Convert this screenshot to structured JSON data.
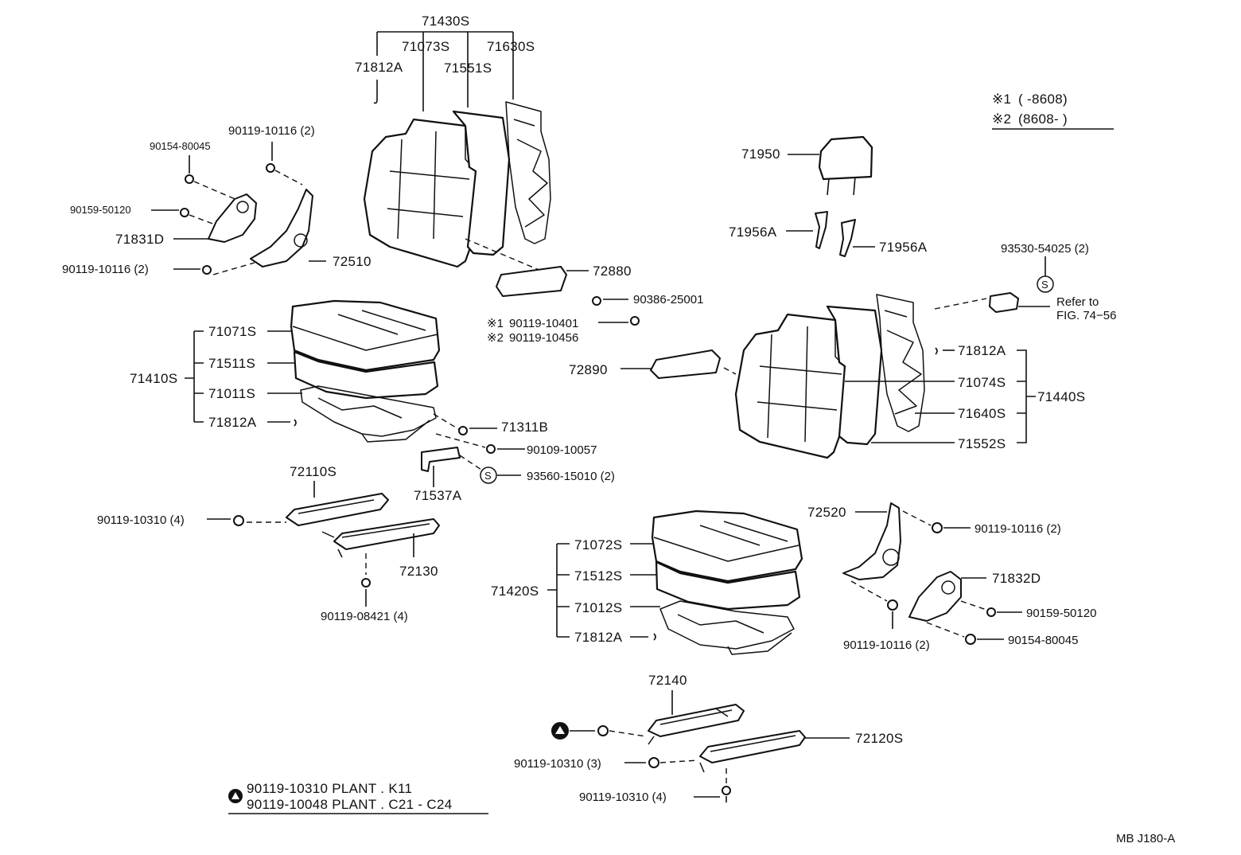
{
  "labels": {
    "p71430S": "71430S",
    "p71073S": "71073S",
    "p71630S": "71630S",
    "p71812A_top": "71812A",
    "p71551S": "71551S",
    "p90119_10116_2_a": "90119-10116 (2)",
    "p90154_80045_a": "90154-80045",
    "p90159_50120_a": "90159-50120",
    "p71831D": "71831D",
    "p72510": "72510",
    "p90119_10116_2_b": "90119-10116 (2)",
    "p72880": "72880",
    "p90386_25001": "90386-25001",
    "p90119_10401": "90119-10401",
    "p90119_10456": "90119-10456",
    "p71071S": "71071S",
    "p71511S": "71511S",
    "p71410S": "71410S",
    "p71011S": "71011S",
    "p71812A_left": "71812A",
    "p71311B": "71311B",
    "p90109_10057": "90109-10057",
    "p93560_15010": "93560-15010 (2)",
    "p71537A": "71537A",
    "p72110S": "72110S",
    "p90119_10310_4_a": "90119-10310 (4)",
    "p72130": "72130",
    "p90119_08421": "90119-08421 (4)",
    "p71950": "71950",
    "p71956A_l": "71956A",
    "p71956A_r": "71956A",
    "p93530_54025": "93530-54025 (2)",
    "refer_to": "Refer to",
    "fig_ref": "FIG. 74−56",
    "p72890": "72890",
    "p71812A_right": "71812A",
    "p71074S": "71074S",
    "p71440S": "71440S",
    "p71640S": "71640S",
    "p71552S": "71552S",
    "p72520": "72520",
    "p90119_10116_2_c": "90119-10116 (2)",
    "p71832D": "71832D",
    "p90159_50120_b": "90159-50120",
    "p90119_10116_2_d": "90119-10116 (2)",
    "p90154_80045_b": "90154-80045",
    "p71072S": "71072S",
    "p71512S": "71512S",
    "p71420S": "71420S",
    "p71012S": "71012S",
    "p71812A_bottom": "71812A",
    "p72140": "72140",
    "p72120S": "72120S",
    "p90119_10310_3": "90119-10310 (3)",
    "p90119_10310_4_b": "90119-10310 (4)"
  },
  "notes": {
    "mark1": "※1",
    "mark2": "※2",
    "note1": "(        -8608)",
    "note2": "(8608-           )",
    "s_symbol": "S",
    "legend_line1": "90119-10310 PLANT . K11",
    "legend_line2": "90119-10048 PLANT . C21 - C24",
    "diagram_code": "MB J180-A"
  }
}
